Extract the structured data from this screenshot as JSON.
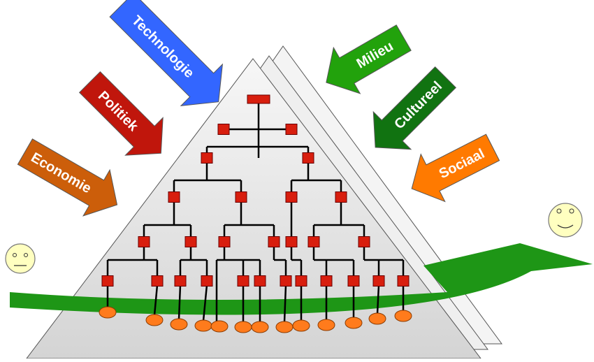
{
  "forces": {
    "technologie": {
      "label": "Technologie",
      "color": "#3366ff"
    },
    "politiek": {
      "label": "Politiek",
      "color": "#c0160c"
    },
    "economie": {
      "label": "Economie",
      "color": "#cc5e0a"
    },
    "milieu": {
      "label": "Milieu",
      "color": "#22a20c"
    },
    "cultureel": {
      "label": "Cultureel",
      "color": "#117311"
    },
    "sociaal": {
      "label": "Sociaal",
      "color": "#ff7a00"
    }
  },
  "colors": {
    "pyramid_fill": "#e6e6e6",
    "node_fill": "#d81e0e",
    "employee_fill": "#ff7b1c",
    "flow_arrow": "#1e9616",
    "smiley_fill": "#ffffc0"
  }
}
